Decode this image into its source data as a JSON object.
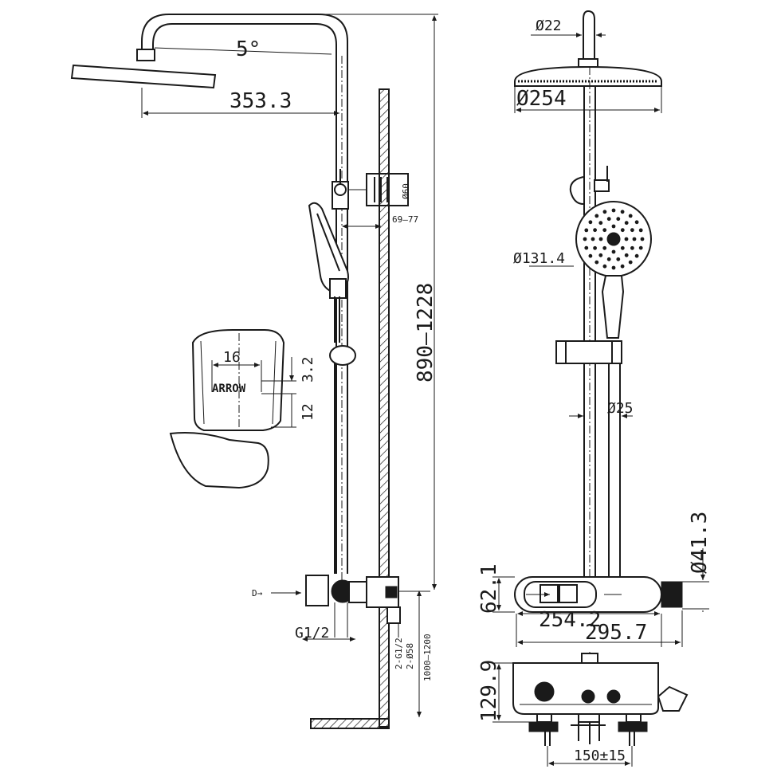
{
  "side_view": {
    "angle_label": "5°",
    "head_offset": "353.3",
    "holder_dia": "Ø60",
    "holder_range": "69—77",
    "height_range": "890—1228",
    "inlet_thread": "G1/2",
    "inlet_mark": "D→",
    "inlet_spec_1": "2-G1/2",
    "inlet_spec_2": "2-Ø58",
    "mount_range": "1000—1200"
  },
  "detail_view": {
    "width": "16",
    "text_height": "3.2",
    "depth": "12",
    "logo_text": "ARROW"
  },
  "front_view": {
    "pipe_dia": "Ø22",
    "head_dia": "Ø254",
    "hand_dia": "Ø131.4",
    "rod_dia": "Ø25",
    "valve_dia": "Ø41.3",
    "valve_height": "62.1",
    "valve_width": "254.2",
    "total_width": "295.7"
  },
  "bottom_view": {
    "depth": "129.9",
    "spacing": "150±15"
  }
}
